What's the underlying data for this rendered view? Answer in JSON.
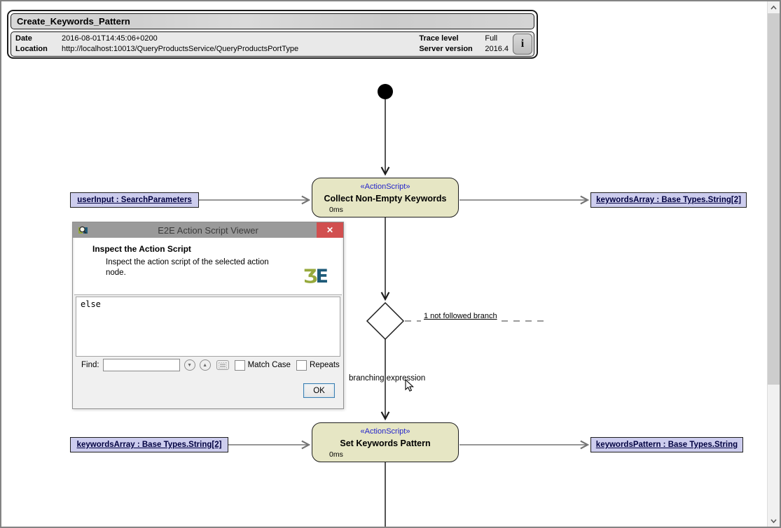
{
  "header": {
    "title": "Create_Keywords_Pattern",
    "info": {
      "date_label": "Date",
      "date_value": "2016-08-01T14:45:06+0200",
      "location_label": "Location",
      "location_value": "http://localhost:10013/QueryProductsService/QueryProductsPortType",
      "trace_level_label": "Trace level",
      "trace_level_value": "Full",
      "server_version_label": "Server version",
      "server_version_value": "2016.4",
      "info_button": "i"
    }
  },
  "diagram": {
    "action_nodes": [
      {
        "stereotype": "«ActionScript»",
        "name": "Collect Non-Empty Keywords",
        "duration": "0ms"
      },
      {
        "stereotype": "«ActionScript»",
        "name": "Set Keywords Pattern",
        "duration": "0ms"
      }
    ],
    "object_nodes": [
      {
        "label": "userInput : SearchParameters"
      },
      {
        "label": "keywordsArray : Base Types.String[2]"
      },
      {
        "label": "keywordsArray : Base Types.String[2]"
      },
      {
        "label": "keywordsPattern : Base Types.String"
      }
    ],
    "labels": {
      "not_followed_branch": "1 not followed branch",
      "branching_expression": "branching expression"
    },
    "colors": {
      "action_fill": "#e6e6c4",
      "object_fill": "#cdcdee",
      "stereotype_text": "#2323cb",
      "object_text": "#000040",
      "control_edge": "#1c1c1c",
      "object_edge": "#747474"
    }
  },
  "dialog": {
    "title": "E2E Action Script Viewer",
    "close_glyph": "✕",
    "heading": "Inspect the Action Script",
    "description": "Inspect the action script of the selected action node.",
    "script_content": "else",
    "find": {
      "label": "Find:",
      "input_value": "",
      "next_glyph": "▼",
      "prev_glyph": "▲",
      "match_case_label": "Match Case",
      "repeats_label": "Repeats"
    },
    "ok_label": "OK",
    "logo": {
      "glyph1": "Ʒ",
      "glyph2": "E",
      "green": "#96a93c",
      "blue": "#1d5a78"
    },
    "titlebar_color": "#9a9a9a",
    "close_color": "#d14f4f",
    "ok_border_color": "#3c7fb1"
  }
}
